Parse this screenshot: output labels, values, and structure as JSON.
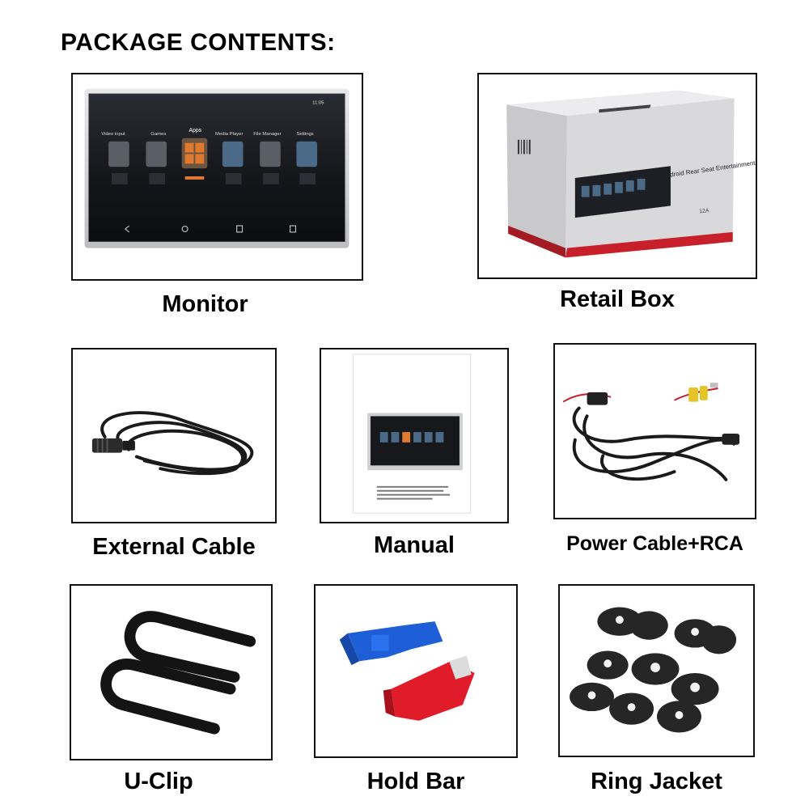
{
  "heading": "PACKAGE CONTENTS:",
  "items": [
    {
      "label": "Monitor"
    },
    {
      "label": "Retail Box"
    },
    {
      "label": "External Cable"
    },
    {
      "label": "Manual"
    },
    {
      "label": "Power Cable+RCA"
    },
    {
      "label": "U-Clip"
    },
    {
      "label": "Hold Bar"
    },
    {
      "label": "Ring Jacket"
    }
  ],
  "monitor_screen": {
    "apps": [
      "Video input",
      "Games",
      "Apps",
      "Media Player",
      "File Manager",
      "Settings"
    ],
    "clock": "11:05"
  },
  "retail_box": {
    "product_text": "Android Rear Seat Entertainment System",
    "model": "12A"
  },
  "colors": {
    "screen_dark": "#1b1d22",
    "frame": "#111111",
    "box_gray": "#cfcfd2",
    "box_red": "#c8202a",
    "connector_blue": "#1e5fd8",
    "connector_red": "#e01c2a",
    "cable_black": "#1a1a1a"
  }
}
